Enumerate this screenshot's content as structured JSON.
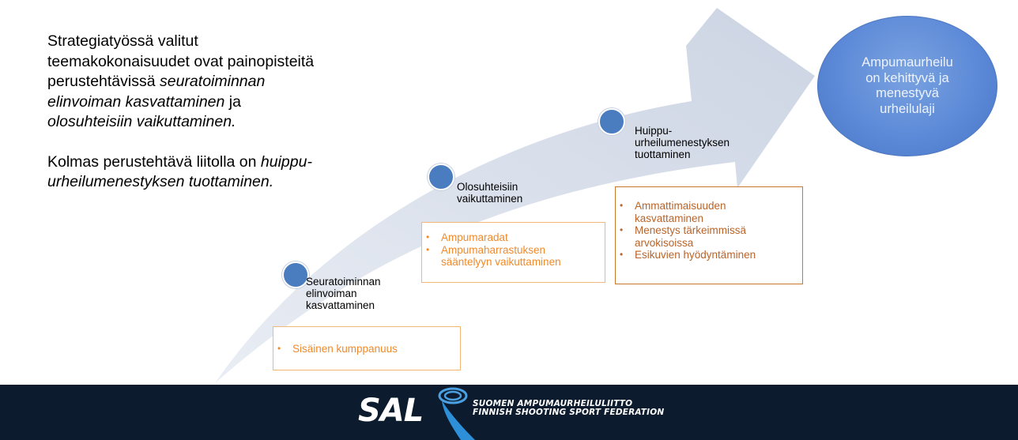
{
  "intro": {
    "p1_plain1": "Strategiatyössä valitut teemakokonaisuudet ovat painopisteitä perustehtävissä ",
    "p1_em1": "seuratoiminnan elinvoiman kasvattaminen",
    "p1_plain2": " ja ",
    "p1_em2": "olosuhteisiin vaikuttaminen.",
    "p2_plain": "Kolmas perustehtävä liitolla on ",
    "p2_em": "huippu-urheilumenestyksen tuottaminen."
  },
  "goal": {
    "text": "Ampumaurheilu\non kehittyvä ja\nmenestyvä\nurheilulaji"
  },
  "steps": [
    {
      "label": "Seuratoiminnan\nelinvoiman\nkasvattaminen"
    },
    {
      "label": "Olosuhteisiin\nvaikuttaminen"
    },
    {
      "label": "Huippu-\nurheilumenestyksen\ntuottaminen"
    }
  ],
  "boxes": [
    {
      "items": [
        "Sisäinen kumppanuus"
      ]
    },
    {
      "items": [
        "Ampumaradat",
        "Ampumaharrastuksen\nsääntelyyn vaikuttaminen"
      ]
    },
    {
      "items": [
        "Ammattimaisuuden\nkasvattaminen",
        "Menestys tärkeimmissä\narvokisoissa",
        "Esikuvien hyödyntäminen"
      ]
    }
  ],
  "footer": {
    "logo_abbr": "SAL",
    "org_fi": "SUOMEN AMPUMAURHEILULIITTO",
    "org_en": "FINNISH SHOOTING SPORT FEDERATION"
  },
  "colors": {
    "arrow": "#d5dbe8",
    "goal": "#5d8ad8",
    "step_dot": "#4a7cc0",
    "box_light": "#f08a2a",
    "box_dark": "#b8642a",
    "footer": "#0c1c2e"
  }
}
